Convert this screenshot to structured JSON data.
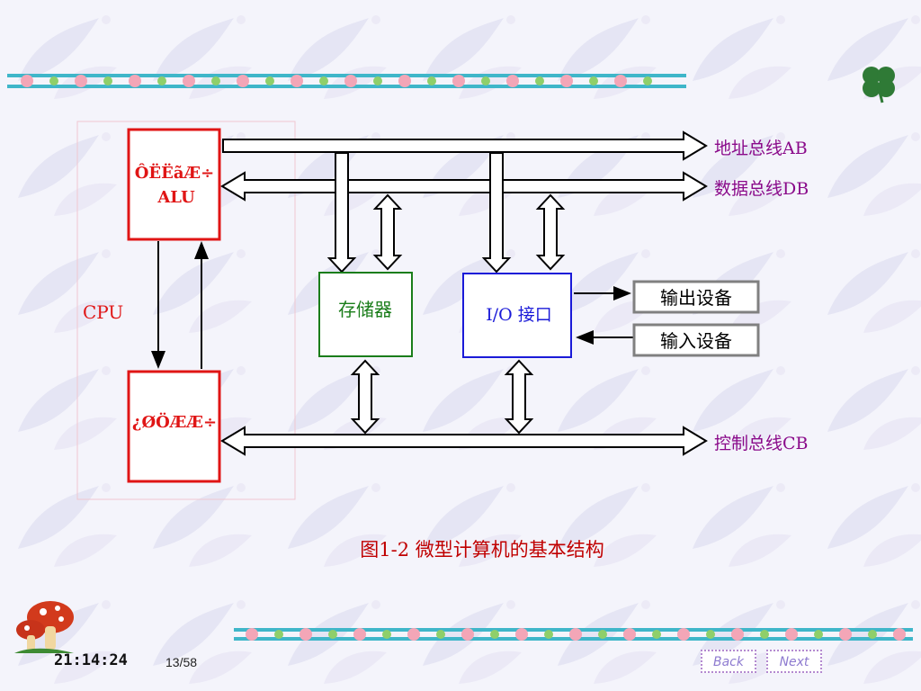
{
  "diagram": {
    "cpu_label": "CPU",
    "alu_label_line1": "ÔËËãÆ÷",
    "alu_label_line2": "ALU",
    "controller_label": "¿ØÖÆÆ÷",
    "memory_label": "存储器",
    "io_label": "I/O 接口",
    "output_device_label": "输出设备",
    "input_device_label": "输入设备",
    "address_bus_label": "地址总线AB",
    "data_bus_label": "数据总线DB",
    "control_bus_label": "控制总线CB",
    "caption": "图1-2 微型计算机的基本结构"
  },
  "footer": {
    "time": "21:14:24",
    "page": "13/58",
    "back_label": "Back",
    "next_label": "Next"
  },
  "colors": {
    "cpu_red": "#e01515",
    "memory_green": "#1a7d1a",
    "io_blue": "#1a1ad8",
    "bus_label_purple": "#8a0a8a",
    "device_gray": "#808080"
  }
}
